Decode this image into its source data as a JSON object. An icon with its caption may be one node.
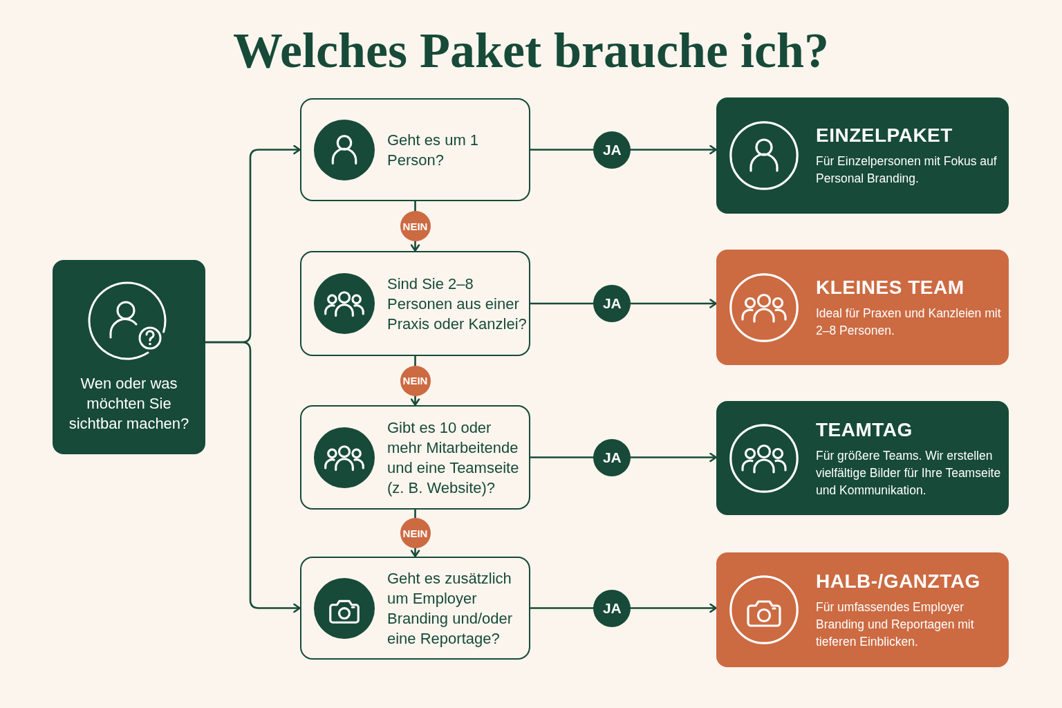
{
  "diagram": {
    "title": "Welches Paket brauche ich?",
    "nodes": [
      {
        "text": [
          "Wen oder was möchten Sie sichtbar machen?"
        ]
      },
      {
        "text": [
          "Geht es um 1 Person?"
        ]
      },
      {
        "text": [
          "Sind Sie 2–8 Personen aus einer Praxis oder Kanzlei?"
        ]
      },
      {
        "text": [
          "Gibt es 10 oder mehr Mitarbeitende und eine Teamseite (z. B. Website)?"
        ]
      },
      {
        "text": [
          "Geht es zusätzlich um Employer Branding und/oder eine Reportage?"
        ]
      },
      {
        "text": [
          "EINZELPAKET",
          "Für Einzelpersonen mit Fokus auf Personal Branding."
        ]
      },
      {
        "text": [
          "KLEINES TEAM",
          "Ideal für Praxen und Kanzleien mit 2–8 Personen."
        ]
      },
      {
        "text": [
          "TEAMTAG",
          "Für größere Teams. Wir erstellen vielfältige Bilder für Ihre Teamseite und Kommunikation."
        ]
      },
      {
        "text": [
          "HALB-/GANZTAG",
          "Für umfassendes Employer Branding und Reportagen mit tieferen Einblicken."
        ]
      }
    ],
    "edges": [
      {
        "from": 0,
        "to": 1,
        "arrow": "to"
      },
      {
        "from": 0,
        "to": 4,
        "arrow": "to"
      },
      {
        "from": 1,
        "to": 5,
        "arrow": "to",
        "label": "JA"
      },
      {
        "from": 1,
        "to": 2,
        "arrow": "to",
        "label": "NEIN"
      },
      {
        "from": 2,
        "to": 6,
        "arrow": "to",
        "label": "JA"
      },
      {
        "from": 2,
        "to": 3,
        "arrow": "to",
        "label": "NEIN"
      },
      {
        "from": 3,
        "to": 7,
        "arrow": "to",
        "label": "JA"
      },
      {
        "from": 3,
        "to": 4,
        "arrow": "to",
        "label": "NEIN"
      },
      {
        "from": 4,
        "to": 8,
        "arrow": "to",
        "label": "JA"
      }
    ]
  }
}
